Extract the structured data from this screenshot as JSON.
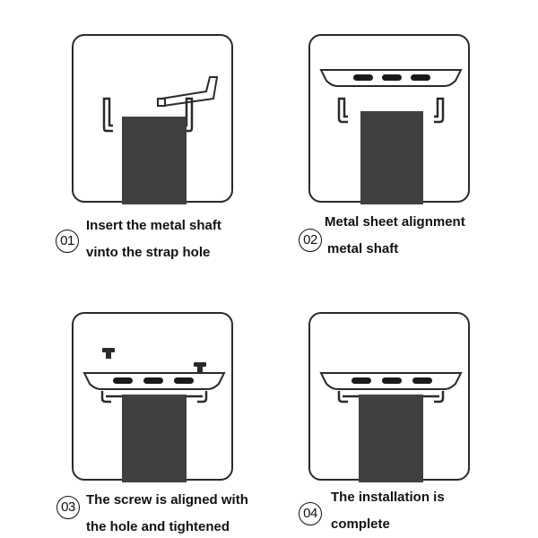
{
  "steps": [
    {
      "number": "01",
      "lines": [
        "Insert the metal shaft",
        "vinto the strap hole"
      ]
    },
    {
      "number": "02",
      "lines": [
        "Metal sheet alignment",
        "metal shaft"
      ]
    },
    {
      "number": "03",
      "lines": [
        "The screw is aligned with",
        "the hole and tightened"
      ]
    },
    {
      "number": "04",
      "lines": [
        "The installation is",
        "complete"
      ]
    }
  ],
  "colors": {
    "outline": "#2a2a2a",
    "strap": "#404040",
    "slot": "#1a1a1a"
  },
  "icons": [
    "hex-key-icon",
    "metal-shaft-icon",
    "metal-sheet-icon",
    "screw-icon",
    "strap-icon"
  ]
}
